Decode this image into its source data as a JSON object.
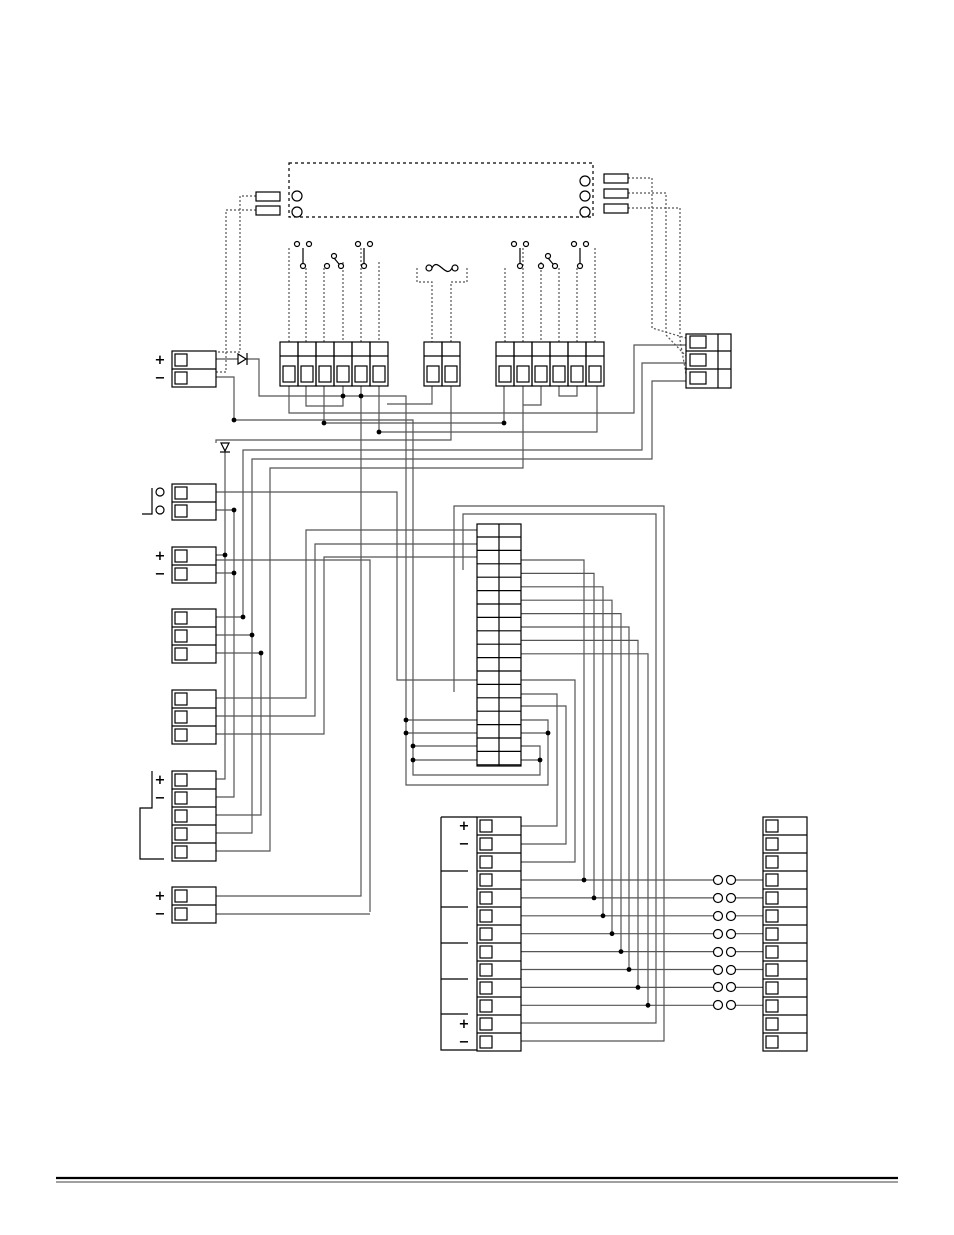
{
  "colors": {
    "ink": "#000000",
    "wire": "#555555",
    "background": "#ffffff"
  },
  "symbols": {
    "plus": "+",
    "minus": "−"
  },
  "left_terminals": [
    {
      "id": "power-in",
      "rows": 2,
      "signs": [
        "+",
        "−"
      ]
    },
    {
      "id": "pushbutton",
      "rows": 2,
      "signs": []
    },
    {
      "id": "dc-supply",
      "rows": 2,
      "signs": [
        "+",
        "−"
      ]
    },
    {
      "id": "block-3a",
      "rows": 3,
      "signs": []
    },
    {
      "id": "block-3b",
      "rows": 3,
      "signs": []
    },
    {
      "id": "block-5",
      "rows": 5,
      "signs": [
        "+",
        "−",
        "",
        "",
        ""
      ]
    },
    {
      "id": "output-2",
      "rows": 2,
      "signs": [
        "+",
        "−"
      ]
    }
  ],
  "bottom_terminal_signs": [
    "+",
    "−",
    "",
    "",
    "",
    "",
    "",
    "",
    "",
    "",
    "",
    "",
    "+",
    "−"
  ]
}
